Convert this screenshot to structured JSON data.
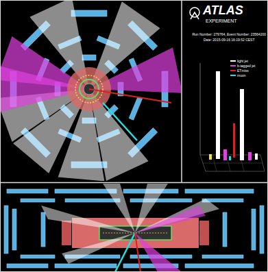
{
  "diagram": {
    "labels": [
      "ATLAS",
      "EXPERIMENT",
      "Run Number: 279764, Event Number: 23564200",
      "Date: 2015-09-16 16:19:52 CEST"
    ],
    "legend": [
      {
        "text": "light jet",
        "color": "#ffffff"
      },
      {
        "text": "b-tagged jet",
        "color": "#e040e0"
      },
      {
        "text": "ETmiss",
        "color": "#e02020"
      },
      {
        "text": "muon",
        "color": "#20e0e0"
      }
    ]
  }
}
